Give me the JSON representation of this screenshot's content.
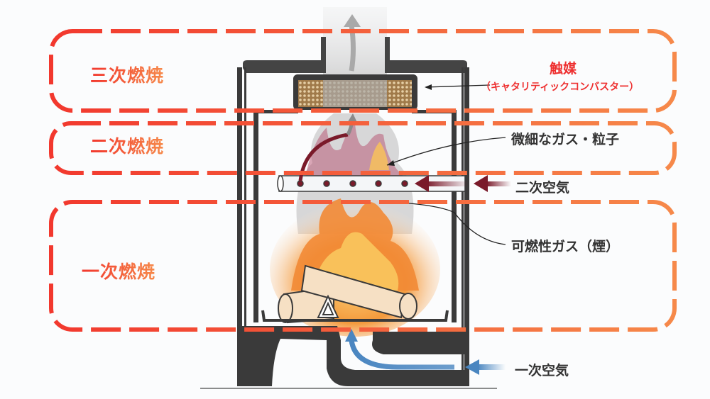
{
  "zones": [
    {
      "id": "tertiary",
      "label": "三次燃焼"
    },
    {
      "id": "secondary",
      "label": "二次燃焼"
    },
    {
      "id": "primary",
      "label": "一次燃焼"
    }
  ],
  "callouts": {
    "catalyst_title": "触媒",
    "catalyst_subtitle": "（キャタリティックコンバスター）",
    "fine_particles": "微細なガス・粒子",
    "secondary_air": "二次空気",
    "combustible_gas": "可燃性ガス（煙）",
    "primary_air": "一次空気"
  },
  "colors": {
    "zone_dash_start": "#f2382e",
    "zone_dash_end": "#f6894a",
    "stove_body": "#3a3a3a",
    "secondary_air_arrow": "#7a1a2a",
    "primary_air_arrow": "#4a86c0",
    "flame": "#f39a3a",
    "label_text": "#333333",
    "catalyst_text": "#ee2f2f"
  }
}
